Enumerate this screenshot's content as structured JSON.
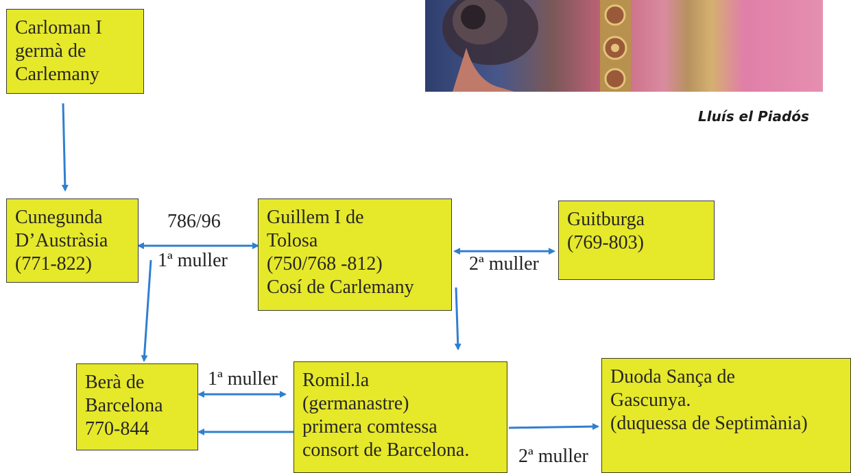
{
  "portrait": {
    "caption": "Lluís el Piadós"
  },
  "boxes": {
    "carloman": "Carloman I\ngermà de\nCarlemany",
    "cunegunda": "Cunegunda\nD’Austràsia\n(771-822)",
    "guillem": "Guillem I de\nTolosa\n(750/768 -812)\nCosí de Carlemany",
    "guitburga": "Guitburga\n(769-803)",
    "bera": "Berà de\nBarcelona\n770-844",
    "romilla": "Romil.la\n(germanastre)\nprimera comtessa\nconsort de Barcelona.",
    "duoda": "Duoda Sança de\nGascunya.\n(duquessa de Septimània)"
  },
  "labels": {
    "date_786": "786/96",
    "cunegunda_wife": "1ª muller",
    "guitburga_wife": "2ª muller",
    "romilla_wife": "1ª muller",
    "duoda_wife": "2ª muller"
  },
  "colors": {
    "box_fill": "#e6e82a",
    "arrow": "#2f7fd0"
  }
}
